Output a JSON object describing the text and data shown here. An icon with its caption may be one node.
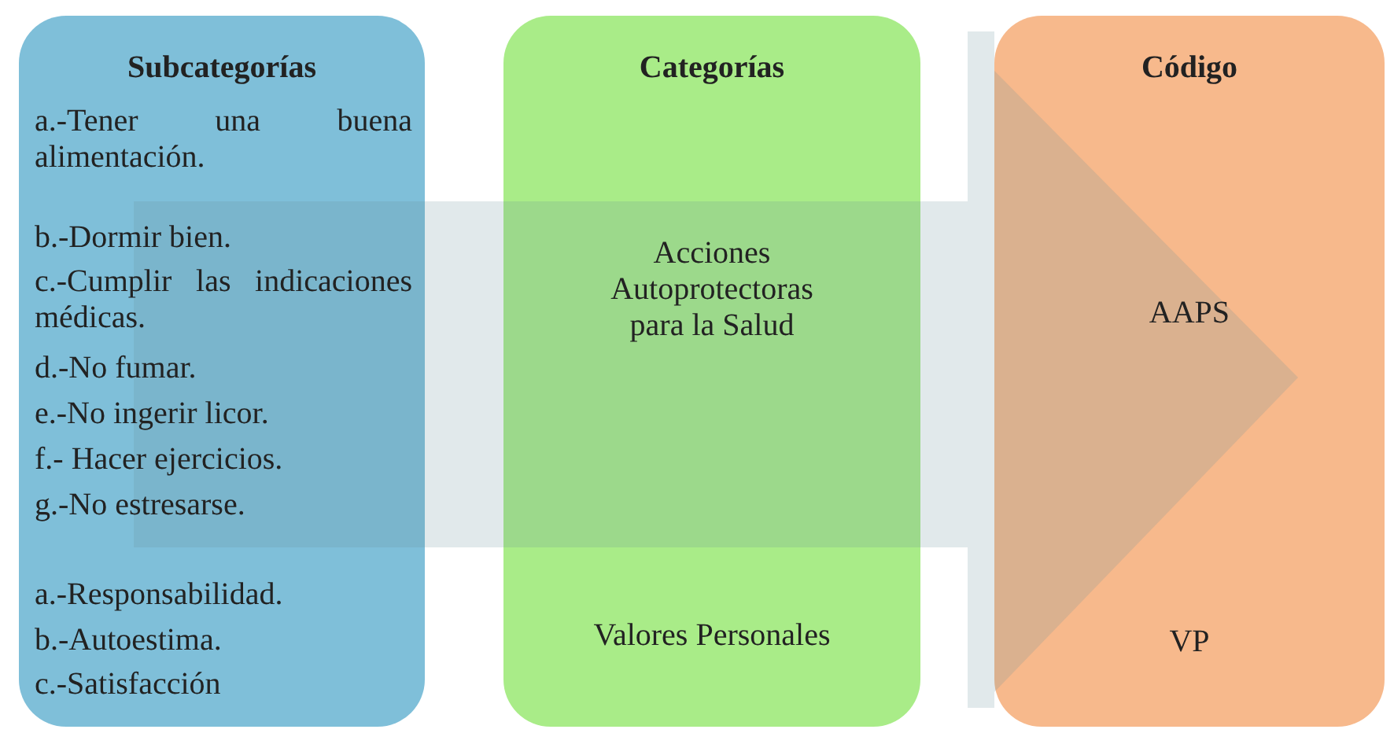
{
  "diagram": {
    "nodes": [
      {
        "text": [
          "Subcategorías",
          "a.-Tener una buena alimentación.",
          "b.-Dormir bien.",
          "c.-Cumplir las indicaciones médicas.",
          "d.-No fumar.",
          "e.-No ingerir licor.",
          "f.- Hacer ejercicios.",
          "g.-No estresarse.",
          "a.-Responsabilidad.",
          "b.-Autoestima.",
          "c.-Satisfacción"
        ]
      },
      {
        "text": [
          "Categorías",
          "Acciones Autoprotectoras para la Salud",
          "Valores Personales"
        ]
      },
      {
        "text": [
          "Código",
          "AAPS",
          "VP"
        ]
      }
    ],
    "edges": [
      {
        "from": 0,
        "to": 2,
        "arrow": "to"
      }
    ]
  }
}
